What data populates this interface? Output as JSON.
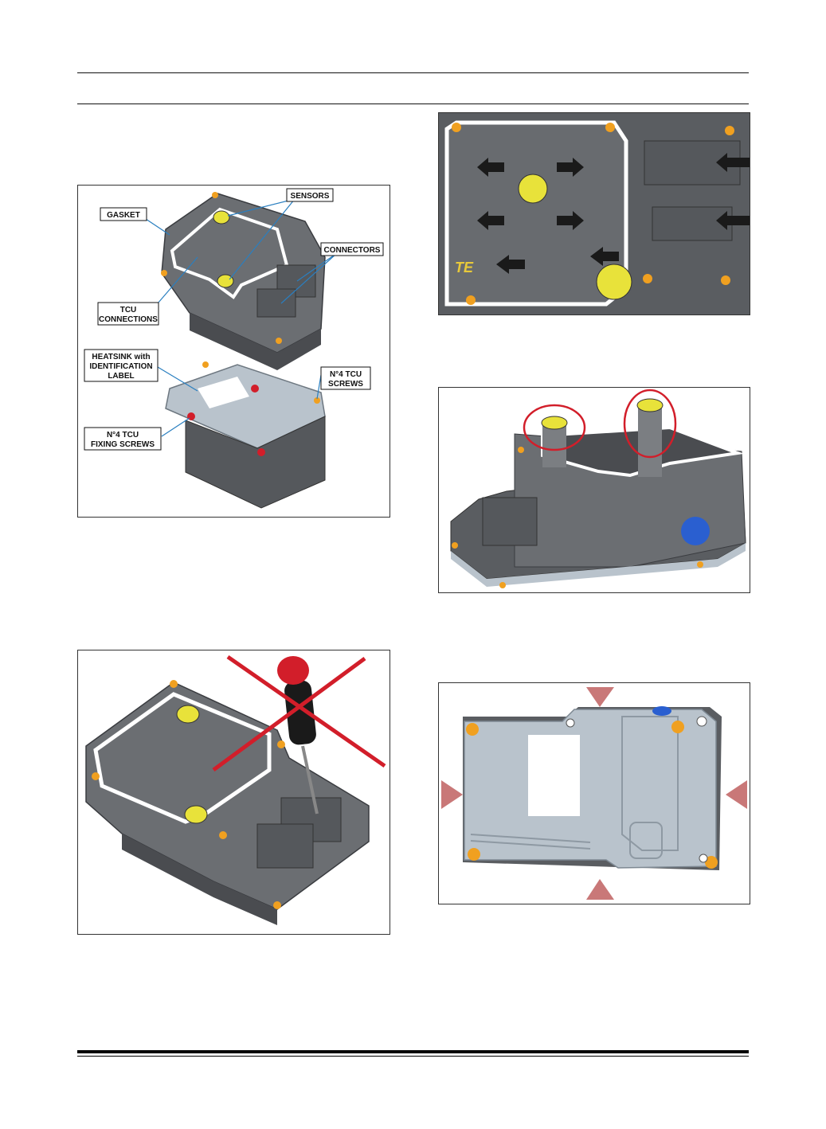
{
  "figures": {
    "exploded": {
      "callouts": {
        "gasket": "GASKET",
        "sensors": "SENSORS",
        "connectors": "CONNECTORS",
        "tcu_line1": "TCU",
        "tcu_line2": "CONNECTIONS",
        "heatsink_line1": "HEATSINK with",
        "heatsink_line2": "IDENTIFICATION",
        "heatsink_line3": "LABEL",
        "tcu_screws_line1": "N°4 TCU",
        "tcu_screws_line2": "SCREWS",
        "fixing_line1": "N°4 TCU",
        "fixing_line2": "FIXING SCREWS"
      }
    },
    "topview": {
      "logo": "TE"
    }
  },
  "colors": {
    "housing": "#6b6e72",
    "housing_dark": "#4a4c50",
    "gasket": "#ffffff",
    "sensor": "#e8e23a",
    "screw": "#f0a020",
    "marker_red": "#d21e2a",
    "heatsink": "#b9c3cc",
    "arrow_triangle": "#c97878",
    "plug_blue": "#2a5fd0"
  }
}
